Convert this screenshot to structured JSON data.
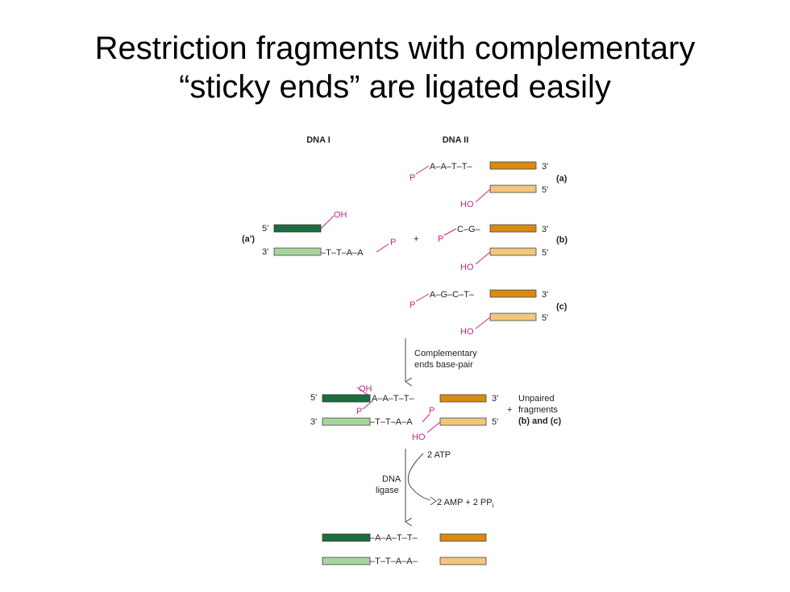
{
  "slide": {
    "title_line1": "Restriction fragments with complementary",
    "title_line2": "“sticky ends” are ligated easily"
  },
  "diagram": {
    "col_dna1": "DNA I",
    "col_dna2": "DNA II",
    "label_a_prime": "(a')",
    "label_a": "(a)",
    "label_b": "(b)",
    "label_c": "(c)",
    "end5": "5'",
    "end3": "3'",
    "oh": "OH",
    "ho": "HO",
    "p": "P",
    "plus": "+",
    "a_prime_bottom_seq": "–T–T–A–A",
    "a_top_seq": "A–A–T–T–",
    "b_top_seq": "C–G–",
    "c_top_seq": "A–G–C–T–",
    "step1_label_line1": "Complementary",
    "step1_label_line2": "ends base-pair",
    "paired_top_seq": "A–A–T–T–",
    "paired_bottom_seq": "–T–T–A–A",
    "unpaired_line1": "Unpaired",
    "unpaired_line2": "fragments",
    "unpaired_line3": "(b) and (c)",
    "atp": "2 ATP",
    "ligase_line1": "DNA",
    "ligase_line2": "ligase",
    "amp": "2 AMP + 2 PP",
    "amp_sub": "i",
    "final_top_seq": "–A–A–T–T–",
    "final_bottom_seq": "–T–T–A–A–",
    "colors": {
      "dark_green": "#1d6e3e",
      "light_green": "#a8d59e",
      "dark_orange": "#d98a12",
      "light_orange": "#f2c77c",
      "magenta": "#c5268a"
    }
  }
}
